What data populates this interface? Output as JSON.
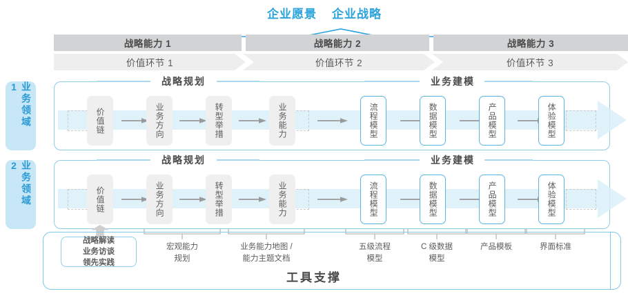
{
  "top": {
    "titles": [
      "企业愿景",
      "企业战略"
    ],
    "accent_color": "#2aa3db"
  },
  "capability_row": {
    "cells": [
      "战略能力 1",
      "战略能力 2",
      "战略能力 3"
    ],
    "bg_color": "#d2d3d4"
  },
  "value_row": {
    "cells": [
      "价值环节 1",
      "价值环节 2",
      "价值环节 3"
    ],
    "bg_color": "#eeeeee"
  },
  "domains": [
    {
      "label": "业务领域 1"
    },
    {
      "label": "业务领域 2"
    }
  ],
  "sections": {
    "left_title": "战略规划",
    "right_title": "业务建模"
  },
  "steps": {
    "left": [
      {
        "label": "价值链",
        "style": "gray"
      },
      {
        "label": "业务方向",
        "style": "gray"
      },
      {
        "label": "转型举措",
        "style": "gray"
      },
      {
        "label": "业务能力",
        "style": "gray"
      }
    ],
    "right": [
      {
        "label": "流程模型",
        "style": "blue"
      },
      {
        "label": "数据模型",
        "style": "blue"
      },
      {
        "label": "产品模型",
        "style": "blue"
      },
      {
        "label": "体验模型",
        "style": "blue"
      }
    ]
  },
  "annotations": {
    "boxed": "战略解读\n业务访谈\n领先实践",
    "items": [
      "宏观能力\n规划",
      "业务能力地图 /\n能力主题文档",
      "五级流程\n模型",
      "C 级数据\n模型",
      "产品模板",
      "界面标准"
    ]
  },
  "footer": {
    "title": "工具支撑",
    "border_color": "#7ec8e8"
  }
}
